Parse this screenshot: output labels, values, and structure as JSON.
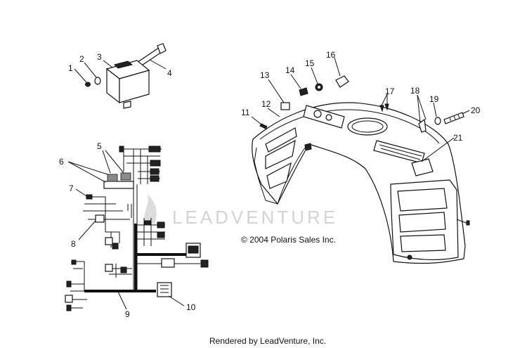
{
  "callouts": [
    "1",
    "2",
    "3",
    "4",
    "5",
    "6",
    "7",
    "8",
    "9",
    "10",
    "11",
    "12",
    "13",
    "14",
    "15",
    "16",
    "17",
    "18",
    "19",
    "20",
    "21"
  ],
  "watermark": "LEADVENTURE",
  "copyright": "© 2004 Polaris Sales Inc.",
  "rendered_by": "Rendered by LeadVenture, Inc."
}
